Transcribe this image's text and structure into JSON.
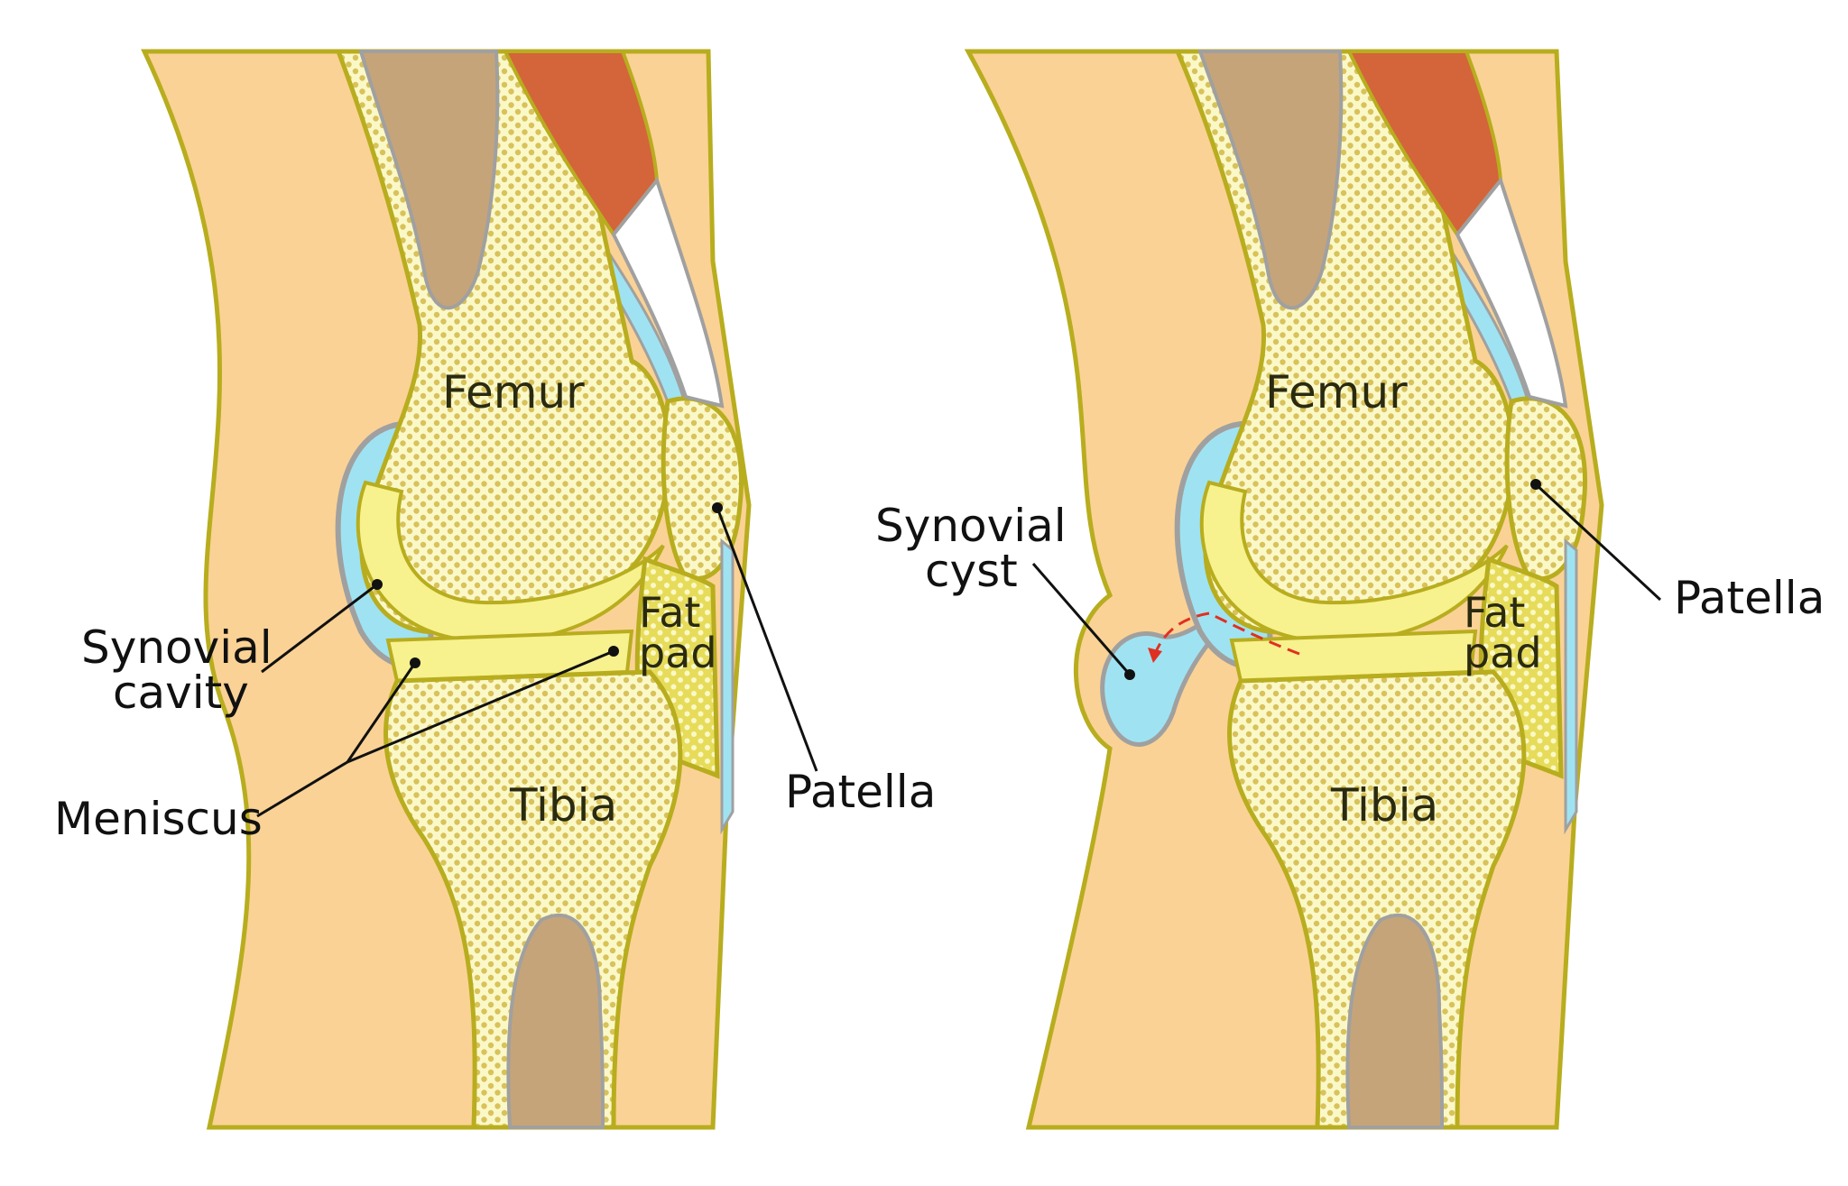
{
  "colors": {
    "skin": "#FAD295",
    "outline": "#B8AD1E",
    "bone": "#FBF8C8",
    "marrow": "#C6A479",
    "cartilage": "#F7F18E",
    "dots": "#D8C25A",
    "fatpad": "#E6DC5A",
    "synovial": "#9FE3F2",
    "muscle": "#D4643A",
    "tendon": "#FFFFFF",
    "gray": "#A0A0A0",
    "arrow": "#E03020"
  },
  "left": {
    "femur": "Femur",
    "tibia": "Tibia",
    "fat_pad_1": "Fat",
    "fat_pad_2": "pad",
    "synovial_cavity_1": "Synovial",
    "synovial_cavity_2": "cavity",
    "meniscus": "Meniscus",
    "patella": "Patella"
  },
  "right": {
    "femur": "Femur",
    "tibia": "Tibia",
    "fat_pad_1": "Fat",
    "fat_pad_2": "pad",
    "synovial_cyst_1": "Synovial",
    "synovial_cyst_2": "cyst",
    "patella": "Patella"
  }
}
